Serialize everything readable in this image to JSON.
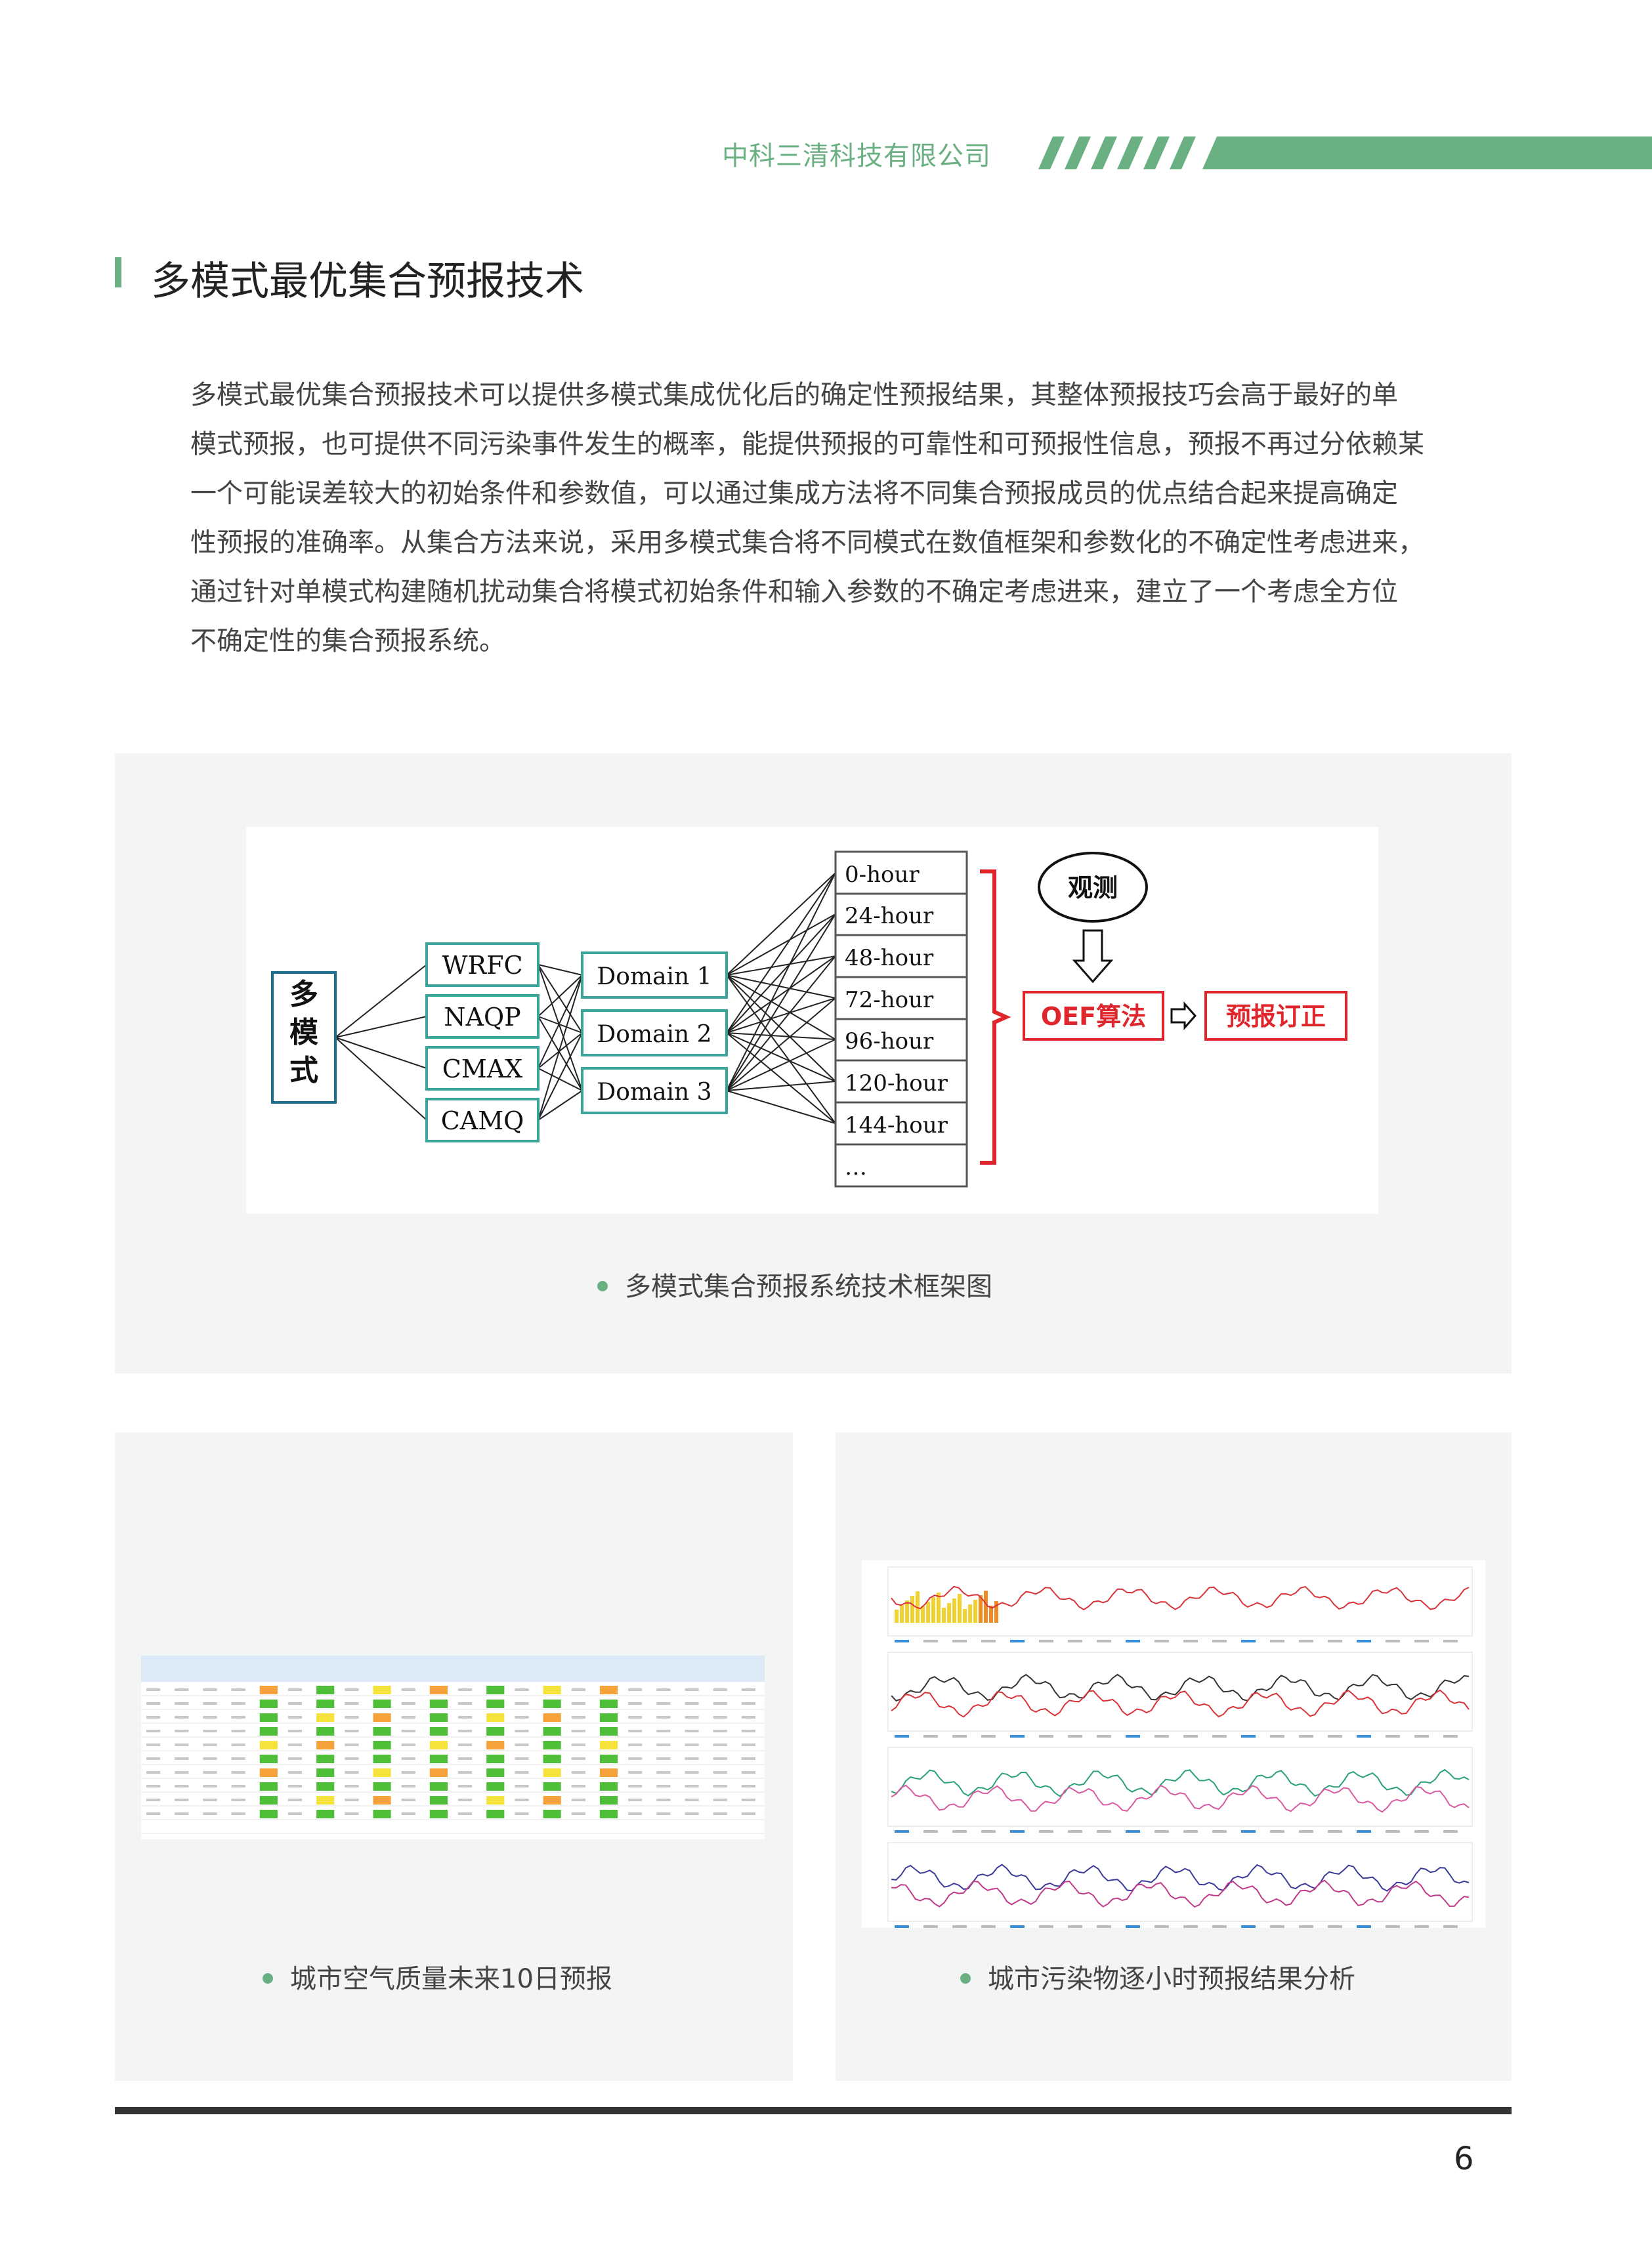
{
  "header": {
    "company_name": "中科三清科技有限公司"
  },
  "section": {
    "title": "多模式最优集合预报技术",
    "body_lines": [
      "多模式最优集合预报技术可以提供多模式集成优化后的确定性预报结果，其整体预报技巧会高于最好的单",
      "模式预报，也可提供不同污染事件发生的概率，能提供预报的可靠性和可预报性信息，预报不再过分依赖某",
      "一个可能误差较大的初始条件和参数值，可以通过集成方法将不同集合预报成员的优点结合起来提高确定",
      "性预报的准确率。从集合方法来说，采用多模式集合将不同模式在数值框架和参数化的不确定性考虑进来，",
      "通过针对单模式构建随机扰动集合将模式初始条件和输入参数的不确定考虑进来，建立了一个考虑全方位",
      "不确定性的集合预报系统。"
    ]
  },
  "diagram": {
    "source_label": "多模式",
    "source_chars": [
      "多",
      "模",
      "式"
    ],
    "models": [
      "WRFC",
      "NAQP",
      "CMAX",
      "CAMQ"
    ],
    "domains": [
      "Domain 1",
      "Domain 2",
      "Domain 3"
    ],
    "hours": [
      "0-hour",
      "24-hour",
      "48-hour",
      "72-hour",
      "96-hour",
      "120-hour",
      "144-hour",
      "…"
    ],
    "observation": "观测",
    "algorithm": "OEF算法",
    "correction": "预报订正",
    "colors": {
      "teal": "#3aa39a",
      "red": "#e0262d",
      "frame": "#333333"
    }
  },
  "captions": {
    "framework": "多模式集合预报系统技术框架图",
    "ten_day": "城市空气质量未来10日预报",
    "hourly": "城市污染物逐小时预报结果分析"
  },
  "footer": {
    "page_number": "6"
  }
}
